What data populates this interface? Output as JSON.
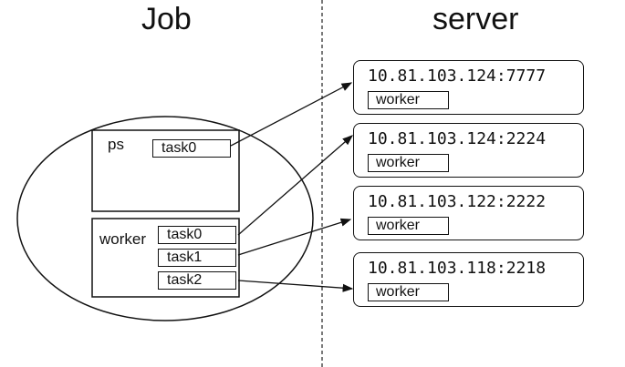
{
  "headings": {
    "job": "Job",
    "server": "server"
  },
  "job": {
    "ps": {
      "label": "ps",
      "tasks": [
        "task0"
      ]
    },
    "worker": {
      "label": "worker",
      "tasks": [
        "task0",
        "task1",
        "task2"
      ]
    }
  },
  "servers": [
    {
      "address": "10.81.103.124:7777",
      "role": "worker"
    },
    {
      "address": "10.81.103.124:2224",
      "role": "worker"
    },
    {
      "address": "10.81.103.122:2222",
      "role": "worker"
    },
    {
      "address": "10.81.103.118:2218",
      "role": "worker"
    }
  ]
}
